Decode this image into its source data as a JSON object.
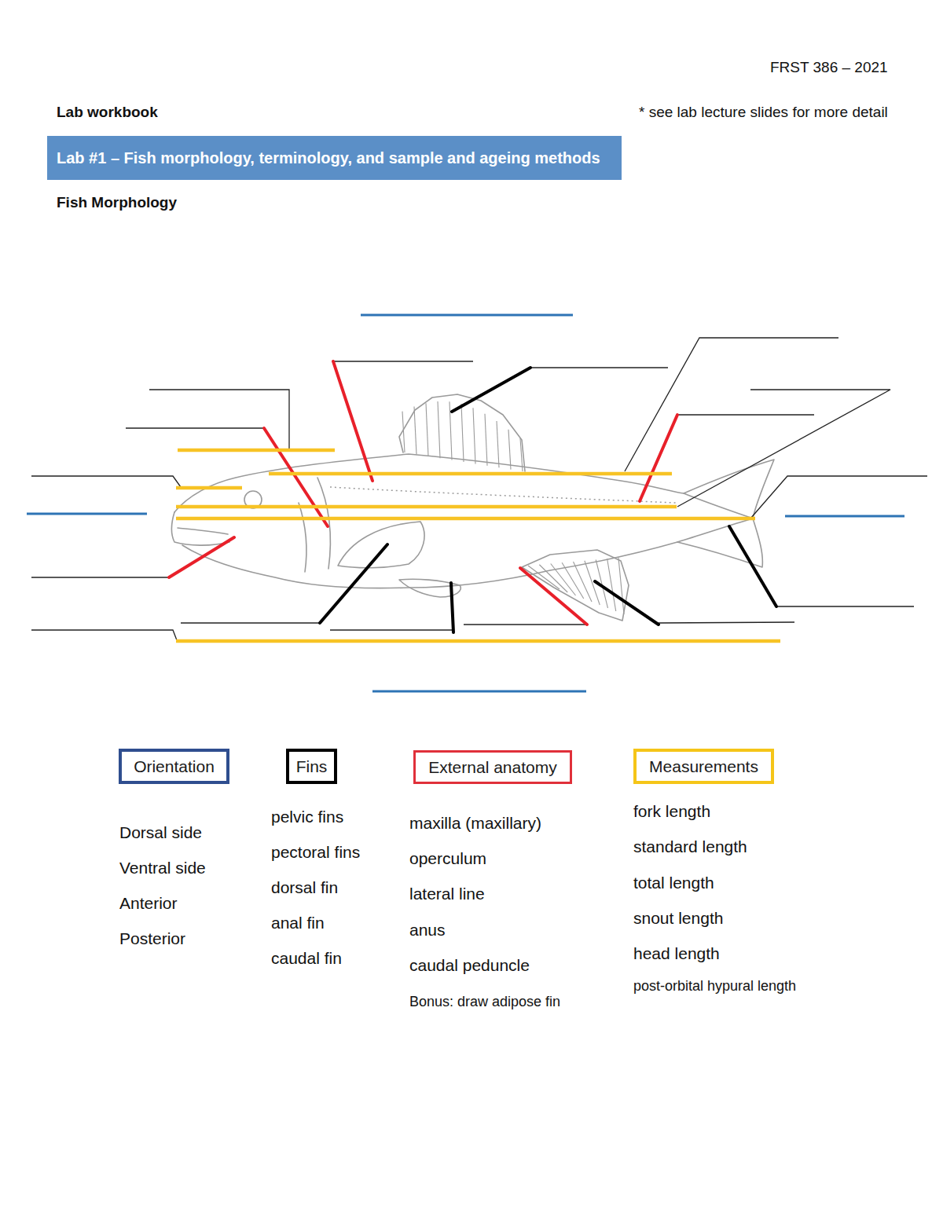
{
  "diagram": {
    "nodes": [
      {
        "text": [
          "Lab #1 – Fish morphology, terminology, and sample and ageing methods"
        ]
      },
      {
        "text": [
          "Orientation"
        ]
      },
      {
        "text": [
          "Fins"
        ]
      },
      {
        "text": [
          "External anatomy"
        ]
      },
      {
        "text": [
          "Measurements"
        ]
      }
    ],
    "labels": [
      "FRST 386 – 2021",
      "Lab workbook",
      "* see lab lecture slides for more detail",
      "Fish Morphology",
      "Dorsal side",
      "Ventral side",
      "Anterior",
      "Posterior",
      "pelvic fins",
      "pectoral fins",
      "dorsal fin",
      "anal fin",
      "caudal fin",
      "maxilla (maxillary)",
      "operculum",
      "lateral line",
      "anus",
      "caudal peduncle",
      "Bonus: draw adipose fin",
      "fork length",
      "standard length",
      "total length",
      "snout length",
      "head length",
      "post-orbital hypural length"
    ]
  }
}
